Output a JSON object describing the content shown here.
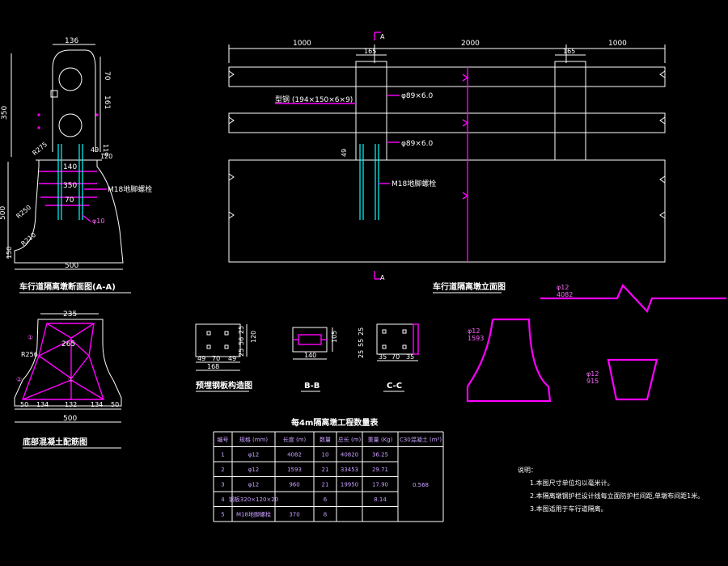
{
  "palette": {
    "background": "#000000",
    "outline": "#ffffff",
    "rebar": "#ff00ff",
    "bolt": "#00ffff",
    "table_text": "#c9a0ff"
  },
  "section_view": {
    "dims": {
      "top_width": "136",
      "total_height": "350",
      "dim_70": "70",
      "dim_161": "161",
      "dim_49": "49",
      "dim_119": "119",
      "dim_120": "120",
      "dim_140": "140",
      "dim_350": "350",
      "dim_70b": "70",
      "base_height": "500",
      "dim_150": "150",
      "bottom_width": "500",
      "r_a": "R250",
      "r_b": "R210",
      "r_c": "R275"
    },
    "bolt_label": "M18地脚螺栓",
    "rebar_label": "φ10",
    "title": "车行道隔离墩断面图(A-A)"
  },
  "elevation_view": {
    "dims": {
      "left": "1000",
      "middle": "2000",
      "right": "1000",
      "post_left": "165",
      "post_right": "165",
      "height_49": "49"
    },
    "rail_label": "型钢 (194×150×6×9)",
    "pipe_top": "φ89×6.0",
    "pipe_bottom": "φ89×6.0",
    "bolt_label": "M18地脚螺栓",
    "section_mark": "A",
    "title": "车行道隔离墩立面图"
  },
  "plan_view": {
    "dims": {
      "top": "235",
      "mid": "265",
      "left": "50",
      "seg1": "134",
      "seg2": "132",
      "seg3": "134",
      "right": "50",
      "total": "500",
      "radius": "R256"
    },
    "mark_a": "①",
    "mark_b": "②",
    "title": "底部混凝土配筋图"
  },
  "plate_details": {
    "plate": {
      "width": "168",
      "d1": "49",
      "d2": "70",
      "d3": "49",
      "v1": "25",
      "v2": "56",
      "v3": "25",
      "total_h": "120"
    },
    "plate_title": "预埋钢板构造图",
    "bb": {
      "width": "140",
      "height": "105"
    },
    "bb_title": "B-B",
    "cc": {
      "d1": "35",
      "d2": "70",
      "d3": "35",
      "v1": "25",
      "v2": "55",
      "v3": "25"
    },
    "cc_title": "C-C"
  },
  "rebar_shapes": {
    "top": {
      "label": "φ12",
      "length": "4082"
    },
    "left": {
      "label": "φ12",
      "length": "1593"
    },
    "right": {
      "label": "φ12",
      "length": "915"
    }
  },
  "table": {
    "title": "每4m隔离墩工程数量表",
    "headers": [
      "编号",
      "规格 (mm)",
      "长度 (m)",
      "数量",
      "总长 (m)",
      "重量 (Kg)",
      "C30混凝土 (m³)"
    ],
    "rows": [
      [
        "1",
        "φ12",
        "4082",
        "10",
        "40820",
        "36.25"
      ],
      [
        "2",
        "φ12",
        "1593",
        "21",
        "33453",
        "29.71"
      ],
      [
        "3",
        "φ12",
        "960",
        "21",
        "19950",
        "17.90"
      ],
      [
        "4",
        "钢板320×120×20",
        "",
        "6",
        "",
        "8.14"
      ],
      [
        "5",
        "M18地脚螺栓",
        "370",
        "8",
        "",
        ""
      ]
    ],
    "concrete": "0.568"
  },
  "notes": {
    "heading": "说明：",
    "items": [
      "1.本图尺寸单位均以毫米计。",
      "2.本隔离墩钢护栏设计线每立面防护栏间距,单墩布间距1米。",
      "3.本图适用于车行道隔离。"
    ]
  }
}
